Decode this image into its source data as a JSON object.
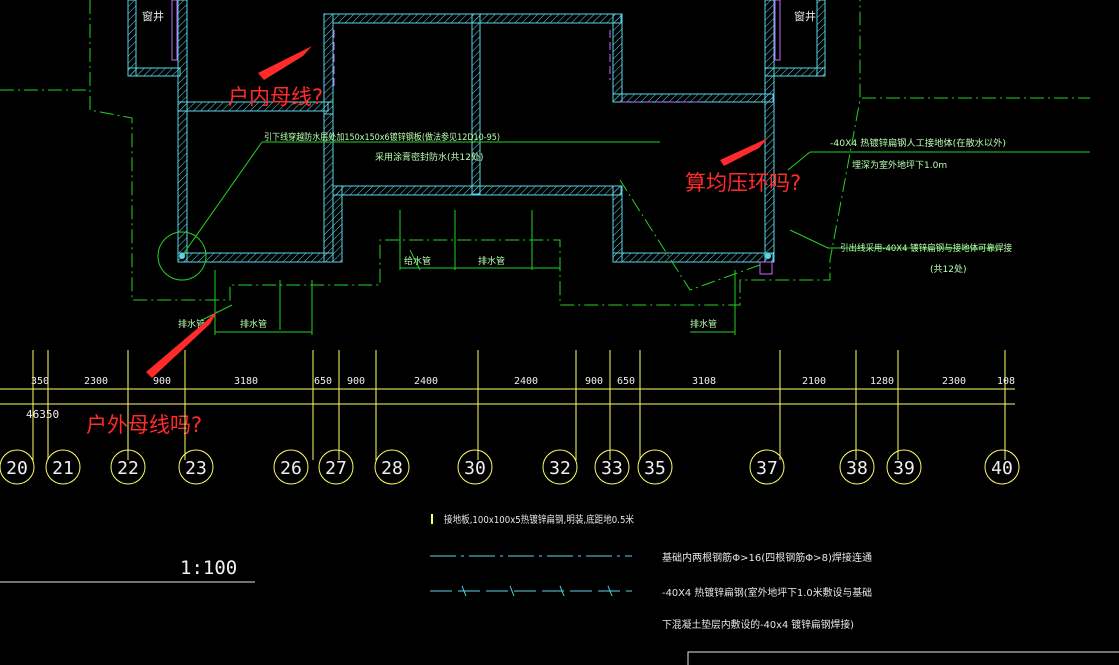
{
  "colors": {
    "background": "#000000",
    "wall": "#59d6e6",
    "wall_hatch": "#59d6e6",
    "window": "#cc66ff",
    "green": "#22d322",
    "green_text": "#b9ffb0",
    "yellow": "#ffff66",
    "white": "#e6e6e6",
    "red": "#ff2a2a"
  },
  "window_labels": [
    "窗井",
    "窗井"
  ],
  "annotations": {
    "indoor_busbar": "户内母线?",
    "outdoor_busbar": "户外母线吗?",
    "equalizing_ring": "算均压环吗?"
  },
  "notes": {
    "down_conductor_line1": "引下线穿越防水层处加150x150x6镀锌钢板(做法参见12D10-95)",
    "down_conductor_line2": "采用涂膏密封防水(共12处)",
    "flat_steel_line1": "-40X4 热镀锌扁钢人工接地体(在散水以外)",
    "flat_steel_line2": "埋深为室外地坪下1.0m",
    "lead_out_line1": "引出线采用-40X4 镀锌扁钢与接地体可靠焊接",
    "lead_out_line2": "(共12处)"
  },
  "pipe_labels": [
    "给水管",
    "排水管",
    "排水管",
    "排水管",
    "排水管"
  ],
  "dimensions": [
    "350",
    "2300",
    "900",
    "3180",
    "650",
    "900",
    "2400",
    "2400",
    "900",
    "650",
    "3108",
    "2100",
    "1280",
    "2300",
    "108"
  ],
  "total_dimension": "46350",
  "axes": [
    "20",
    "21",
    "22",
    "23",
    "26",
    "27",
    "28",
    "30",
    "32",
    "33",
    "35",
    "37",
    "38",
    "39",
    "40"
  ],
  "scale": "1:100",
  "legend": [
    {
      "symbol": "mark",
      "text": "接地板,100x100x5热镀锌扁钢,明装,底距地0.5米"
    },
    {
      "symbol": "dashdot",
      "text": "基础内两根钢筋Φ>16(四根钢筋Φ>8)焊接连通"
    },
    {
      "symbol": "dashtick",
      "text": "-40X4 热镀锌扁钢(室外地坪下1.0米敷设与基础"
    },
    {
      "symbol": "none",
      "text": "下混凝土垫层内敷设的-40x4 镀锌扁钢焊接)"
    }
  ]
}
